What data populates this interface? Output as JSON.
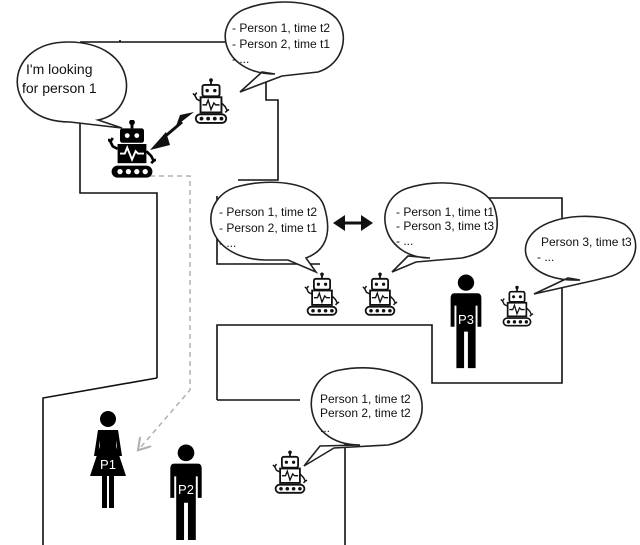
{
  "bubbles": {
    "seeker": {
      "lines": [
        "I'm looking",
        "for person 1"
      ]
    },
    "top_right": {
      "lines": [
        "- Person 1, time t2",
        "- Person 2, time t1",
        "- ..."
      ]
    },
    "mid_left": {
      "lines": [
        "- Person  1, time t2",
        "- Person  2, time t1",
        "- ..."
      ]
    },
    "mid_center": {
      "lines": [
        "- Person 1, time t1",
        "- Person 3, time t3",
        "- ..."
      ]
    },
    "far_right": {
      "lines": [
        "Person 3, time t3",
        "- ..."
      ]
    },
    "bottom": {
      "lines": [
        "Person 1, time t2",
        "Person 2, time t2",
        "..."
      ]
    }
  },
  "people": {
    "p1": "P1",
    "p2": "P2",
    "p3": "P3"
  },
  "icons": {
    "robot": "robot-icon",
    "woman": "woman-icon",
    "man": "man-icon",
    "exchange_arrow": "double-arrow-icon",
    "path": "dashed-path-arrow"
  },
  "colors": {
    "ink": "#111111",
    "path": "#b0b0b0",
    "background": "#ffffff"
  }
}
